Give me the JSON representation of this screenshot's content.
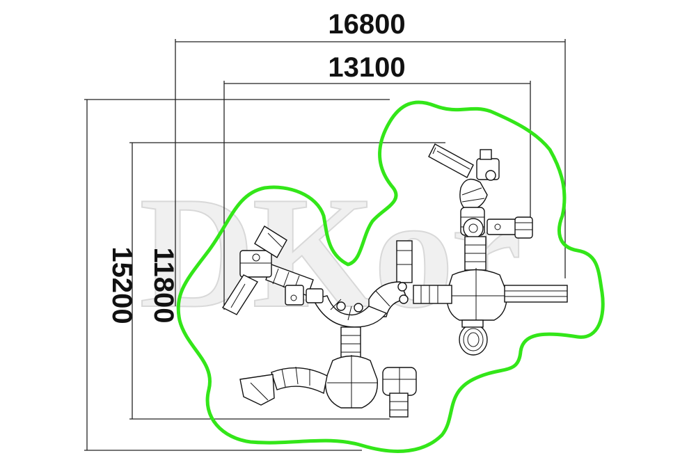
{
  "dimensions": {
    "total_width": "16800",
    "inner_width": "13100",
    "total_height": "15200",
    "inner_height": "11800"
  },
  "watermark": {
    "text": "DKor"
  },
  "colors": {
    "boundary": "#33e619",
    "lines": "#111111",
    "watermark": "#eeeeee"
  }
}
